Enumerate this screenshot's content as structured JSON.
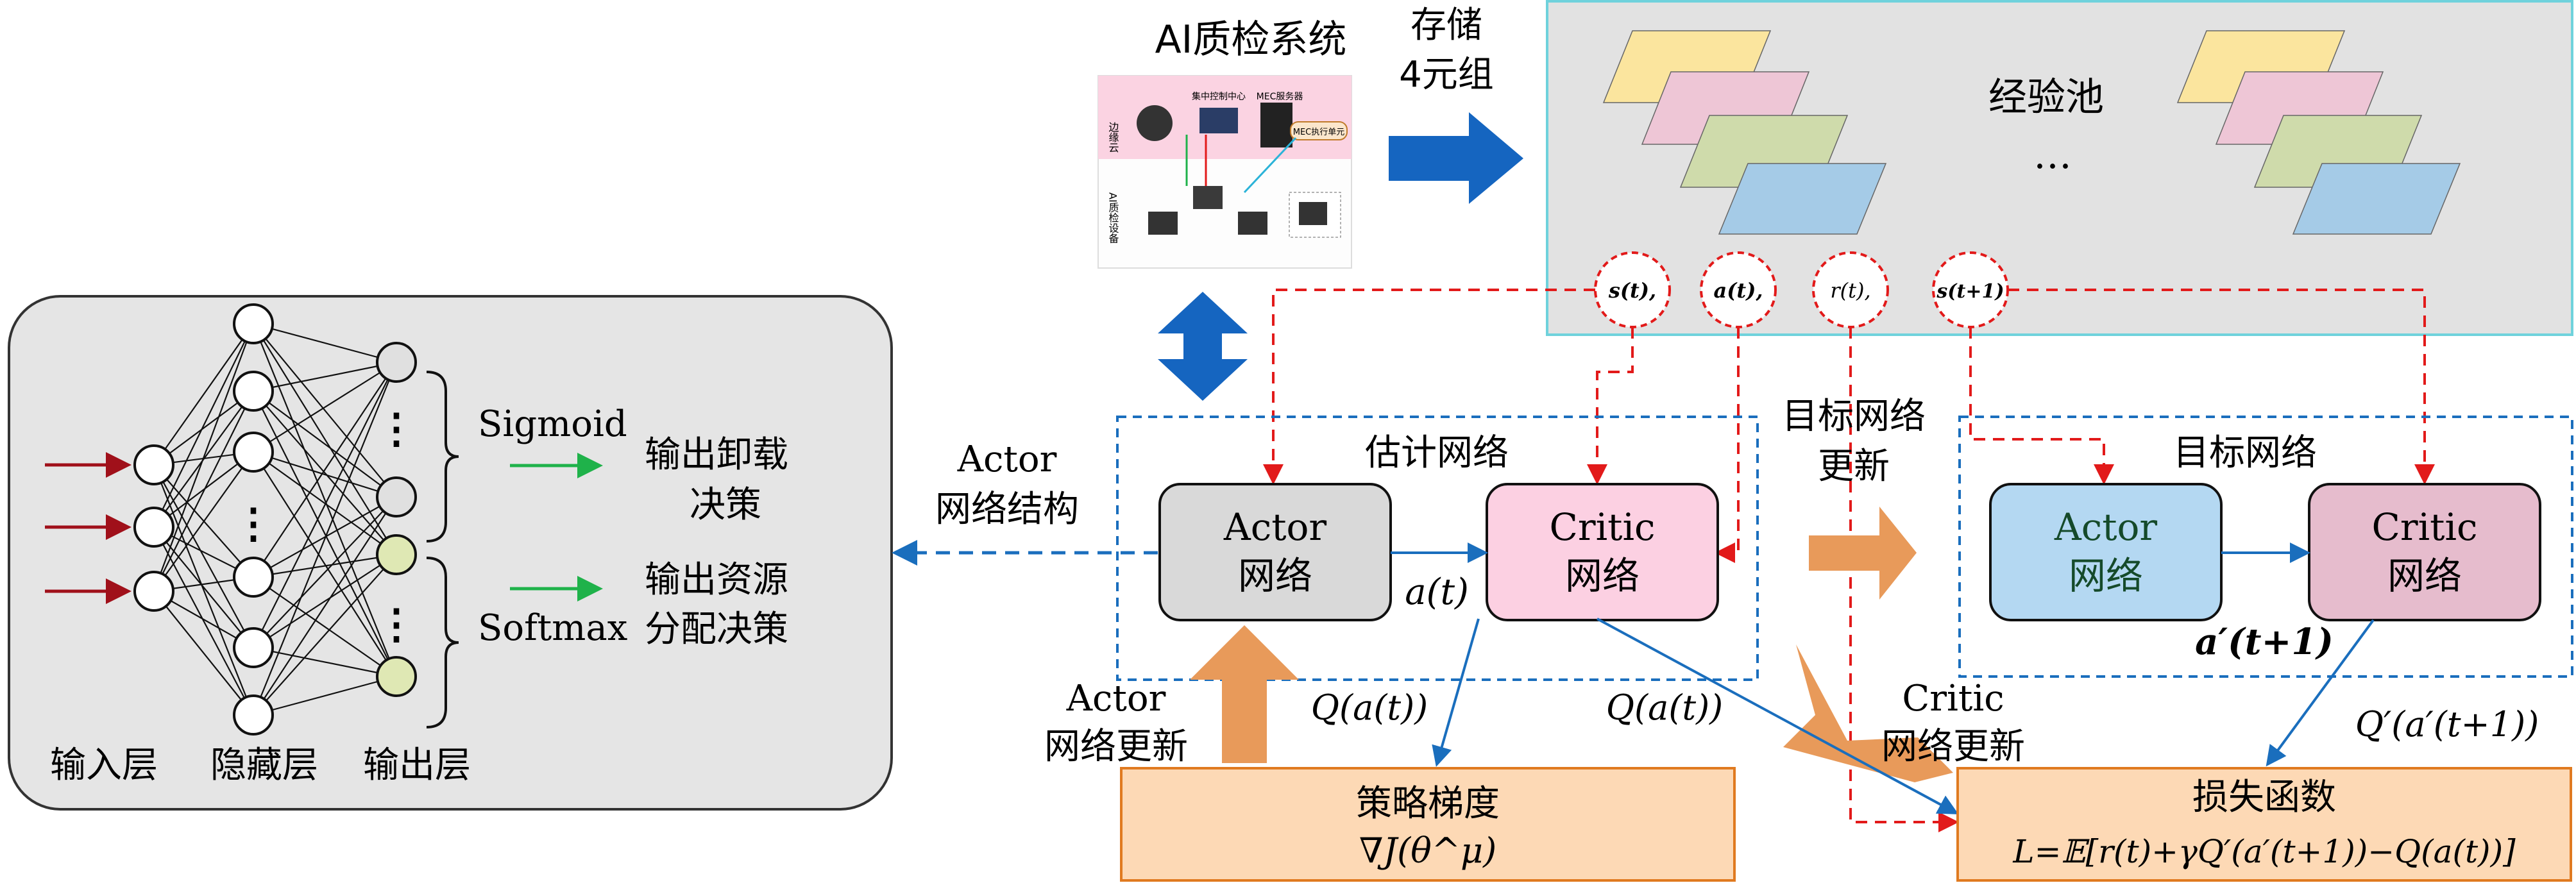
{
  "nn_panel": {
    "sigmoid_label": "Sigmoid",
    "softmax_label": "Softmax",
    "offload_output": [
      "输出卸载",
      "决策"
    ],
    "resource_output": [
      "输出资源",
      "分配决策"
    ],
    "input_layer": "输入层",
    "hidden_layer": "隐藏层",
    "output_layer": "输出层",
    "vdots": "⋮"
  },
  "actor_structure_label": [
    "Actor",
    "网络结构"
  ],
  "ai_system": {
    "title": "AI质检系统",
    "edge_cloud": "边缘云",
    "control_center": "集中控制中心",
    "mec_server": "MEC服务器",
    "mec_exec_unit": "MEC执行单元",
    "qc_devices": "AI质检设备"
  },
  "store_label": [
    "存储",
    "4元组"
  ],
  "replay_buffer": {
    "title": "经验池",
    "ellipsis": "…",
    "samples": [
      "s(t),",
      "a(t),",
      "r(t),",
      "s(t+1)"
    ]
  },
  "estimation_network": {
    "title": "估计网络",
    "actor": [
      "Actor",
      "网络"
    ],
    "critic": [
      "Critic",
      "网络"
    ],
    "action_label": "a(t)"
  },
  "target_network": {
    "title": "目标网络",
    "actor": [
      "Actor",
      "网络"
    ],
    "critic": [
      "Critic",
      "网络"
    ],
    "action_label": "a′(t+1)"
  },
  "target_update_label": [
    "目标网络",
    "更新"
  ],
  "actor_update_label": [
    "Actor",
    "网络更新"
  ],
  "critic_update_label": [
    "Critic",
    "网络更新"
  ],
  "q_labels": {
    "q_left": "Q(a(t))",
    "q_right": "Q(a(t))",
    "q_target": "Q′(a′(t+1))"
  },
  "policy_gradient": {
    "title": "策略梯度",
    "formula": "∇J(θ^μ)"
  },
  "loss_function": {
    "title": "损失函数",
    "formula": "L=𝔼[r(t)+γQ′(a′(t+1))−Q(a(t))]"
  },
  "colors": {
    "panel_bg": "#e5e5e5",
    "dashed_red": "#e21a1a",
    "dashed_blue": "#1a6ebd",
    "orange_arrow": "#e89a5a",
    "blue_arrow": "#1565c0",
    "actor_est": "#d9d9d9",
    "critic_est": "#fcd0e2",
    "actor_tgt": "#b4d8f2",
    "critic_tgt": "#e6bccd",
    "loss_box": "#fdd9b5",
    "buffer_bg": "#e2e2e2",
    "buffer_border": "#6fd2dc",
    "sheet_yellow": "#fbe59e",
    "sheet_pink": "#eec6d6",
    "sheet_green": "#cfdbab",
    "sheet_blue": "#a5cbe7",
    "output_node": "#dfe8b4"
  }
}
